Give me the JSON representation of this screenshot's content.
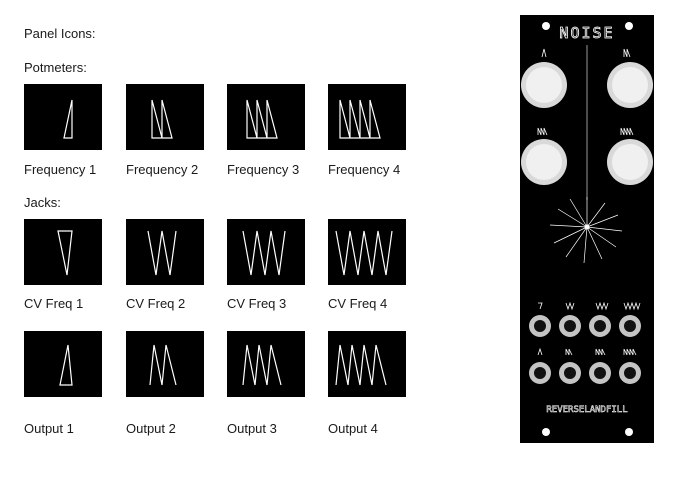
{
  "headings": {
    "panel_icons": "Panel Icons:",
    "potmeters": "Potmeters:",
    "jacks": "Jacks:"
  },
  "rows": {
    "potmeters": [
      "Frequency 1",
      "Frequency 2",
      "Frequency 3",
      "Frequency 4"
    ],
    "jacks": [
      "CV Freq 1",
      "CV Freq 2",
      "CV Freq 3",
      "CV Freq 4"
    ],
    "outputs": [
      "Output 1",
      "Output  2",
      "Output 3",
      "Output 4"
    ]
  },
  "module": {
    "title": "NOISE",
    "brand": "REVERSELANDFILL"
  },
  "colors": {
    "tile_bg": "#000000",
    "glyph": "#ffffff",
    "knob": "#e8e8e8"
  }
}
